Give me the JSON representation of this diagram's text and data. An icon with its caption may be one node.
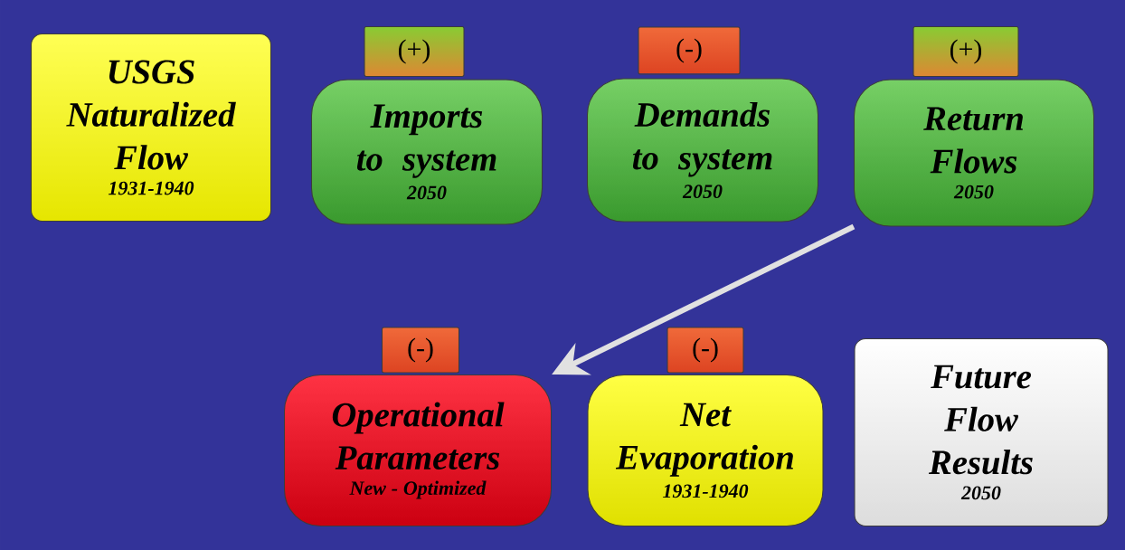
{
  "diagram": {
    "nodes": [
      {
        "text": [
          "USGS Naturalized Flow",
          "1931-1940"
        ]
      },
      {
        "text": [
          "(+)"
        ]
      },
      {
        "text": [
          "Imports to system",
          "2050"
        ]
      },
      {
        "text": [
          "(-)"
        ]
      },
      {
        "text": [
          "Demands to system",
          "2050"
        ]
      },
      {
        "text": [
          "(+)"
        ]
      },
      {
        "text": [
          "Return Flows",
          "2050"
        ]
      },
      {
        "text": [
          "(-)"
        ]
      },
      {
        "text": [
          "Operational Parameters",
          "New - Optimized"
        ]
      },
      {
        "text": [
          "(-)"
        ]
      },
      {
        "text": [
          "Net Evaporation",
          "1931-1940"
        ]
      },
      {
        "text": [
          "Future Flow Results",
          "2050"
        ]
      }
    ],
    "edges": [
      {
        "from": 6,
        "to": 8,
        "arrow": "to"
      }
    ]
  }
}
